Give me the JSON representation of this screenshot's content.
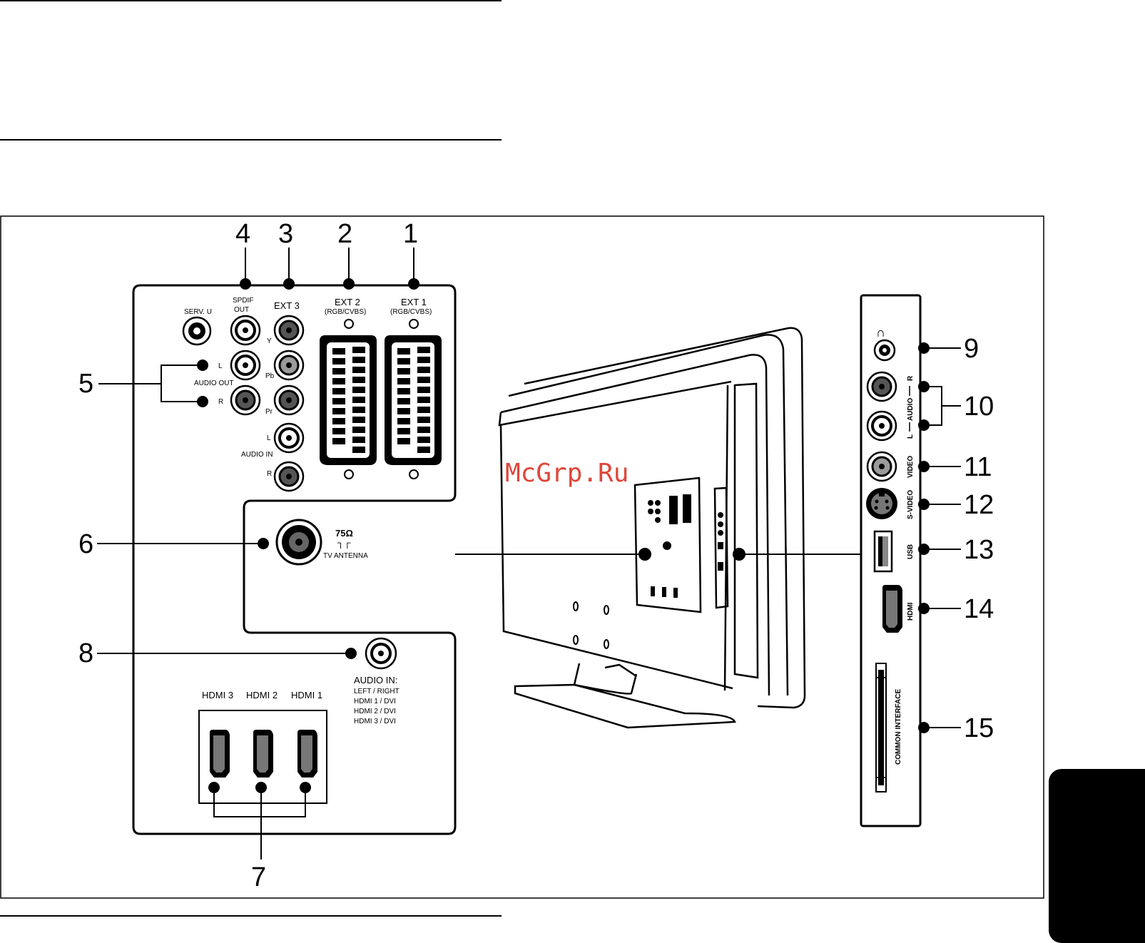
{
  "watermark": "McGrp.Ru",
  "callouts": [
    "1",
    "2",
    "3",
    "4",
    "5",
    "6",
    "7",
    "8",
    "9",
    "10",
    "11",
    "12",
    "13",
    "14",
    "15"
  ],
  "rear_panel": {
    "serv_u": "SERV. U",
    "spdif_line1": "SPDIF",
    "spdif_line2": "OUT",
    "ext3": "EXT 3",
    "ext2": "EXT 2",
    "ext2_sub": "(RGB/CVBS)",
    "ext1": "EXT 1",
    "ext1_sub": "(RGB/CVBS)",
    "audio_out": "AUDIO OUT",
    "audio_in": "AUDIO IN",
    "l": "L",
    "r": "R",
    "y": "Y",
    "pb": "Pb",
    "pr": "Pr",
    "antenna_ohm": "75Ω",
    "antenna_label": "TV ANTENNA",
    "audio_in_hdmi_title": "AUDIO IN:",
    "audio_in_hdmi_lines": [
      "LEFT / RIGHT",
      "HDMI 1 / DVI",
      "HDMI 2 / DVI",
      "HDMI 3 / DVI"
    ],
    "hdmi3": "HDMI 3",
    "hdmi2": "HDMI 2",
    "hdmi1": "HDMI 1"
  },
  "side_panel": {
    "audio_r": "R",
    "audio": "AUDIO",
    "audio_l": "L",
    "video": "VIDEO",
    "svideo": "S-VIDEO",
    "usb": "USB",
    "hdmi": "HDMI",
    "common_interface": "COMMON INTERFACE"
  },
  "colors": {
    "tab": "#000000",
    "watermark": "#e0463a",
    "jack_gray": "#9a9a9a"
  }
}
